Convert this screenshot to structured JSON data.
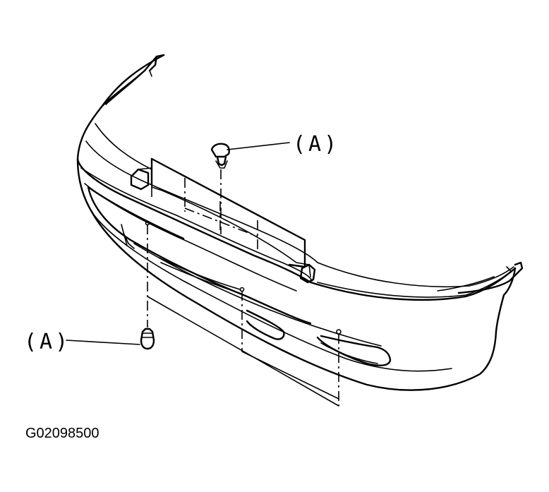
{
  "callouts": {
    "upper_label": "(A)",
    "lower_label": "(A)"
  },
  "figure": {
    "code": "G02098500"
  },
  "colors": {
    "ink": "#000000",
    "paper": "#ffffff"
  }
}
